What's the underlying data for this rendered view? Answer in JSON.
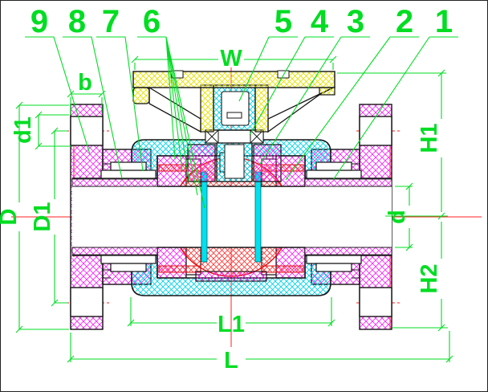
{
  "drawing": {
    "kind": "valve-cross-section",
    "callouts": {
      "items": [
        "9",
        "8",
        "7",
        "6",
        "5",
        "4",
        "3",
        "2",
        "1"
      ]
    },
    "dims": {
      "w": "W",
      "b": "b",
      "d1": "d1",
      "big_d": "D",
      "big_d1": "D1",
      "d": "d",
      "h1": "H1",
      "h2": "H2",
      "l1": "L1",
      "l": "L"
    },
    "colors": {
      "dimension_green": "#00dd22",
      "centerline_red": "#ff2020",
      "body_cyan": "#00d2e6",
      "union_magenta": "#f826f8",
      "ball_red": "#ff3030",
      "handle_yellow": "#e4e000",
      "outline_black": "#141414",
      "background": "#ffffff"
    }
  }
}
